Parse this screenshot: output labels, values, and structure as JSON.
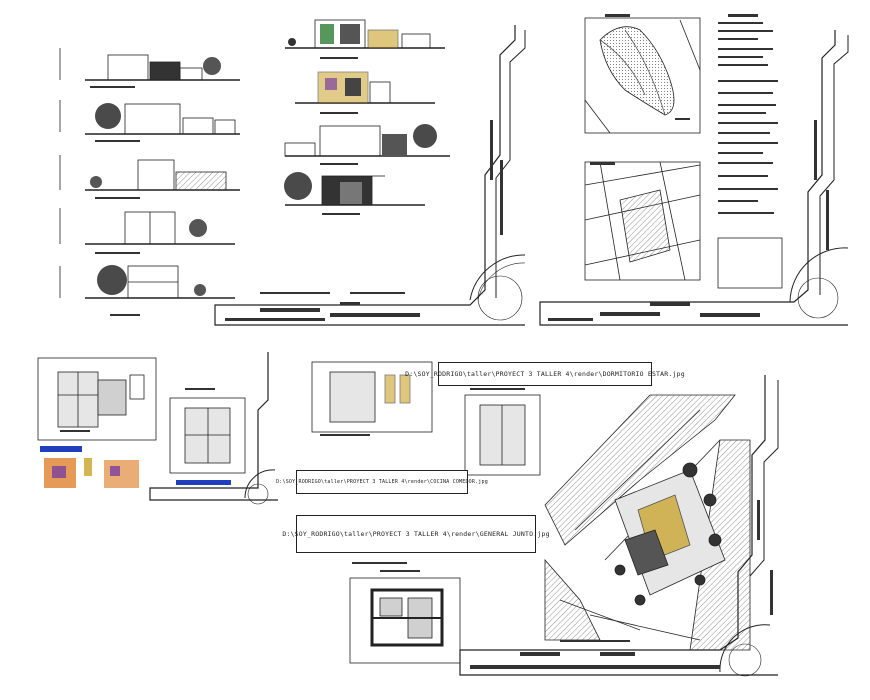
{
  "paths": {
    "render_dormitorio": "D:\\SOY_RODRIGO\\taller\\PROYECT 3 TALLER 4\\render\\DORMITORIO  ESTAR.jpg",
    "render_cocina": "D:\\SOY_RODRIGO\\taller\\PROYECT 3 TALLER 4\\render\\COCINA COMEDOR.jpg",
    "render_general": "D:\\SOY_RODRIGO\\taller\\PROYECT 3 TALLER 4\\render\\GENERAL JUNTO.jpg"
  },
  "colors": {
    "ink": "#222222",
    "tree_gray": "#4a4a4a",
    "site_hatch": "#777777",
    "green": "#2e7d32",
    "yellow": "#c9a227",
    "blue": "#1f3fbf",
    "orange": "#e08a3a",
    "purple": "#7a3fa0"
  }
}
